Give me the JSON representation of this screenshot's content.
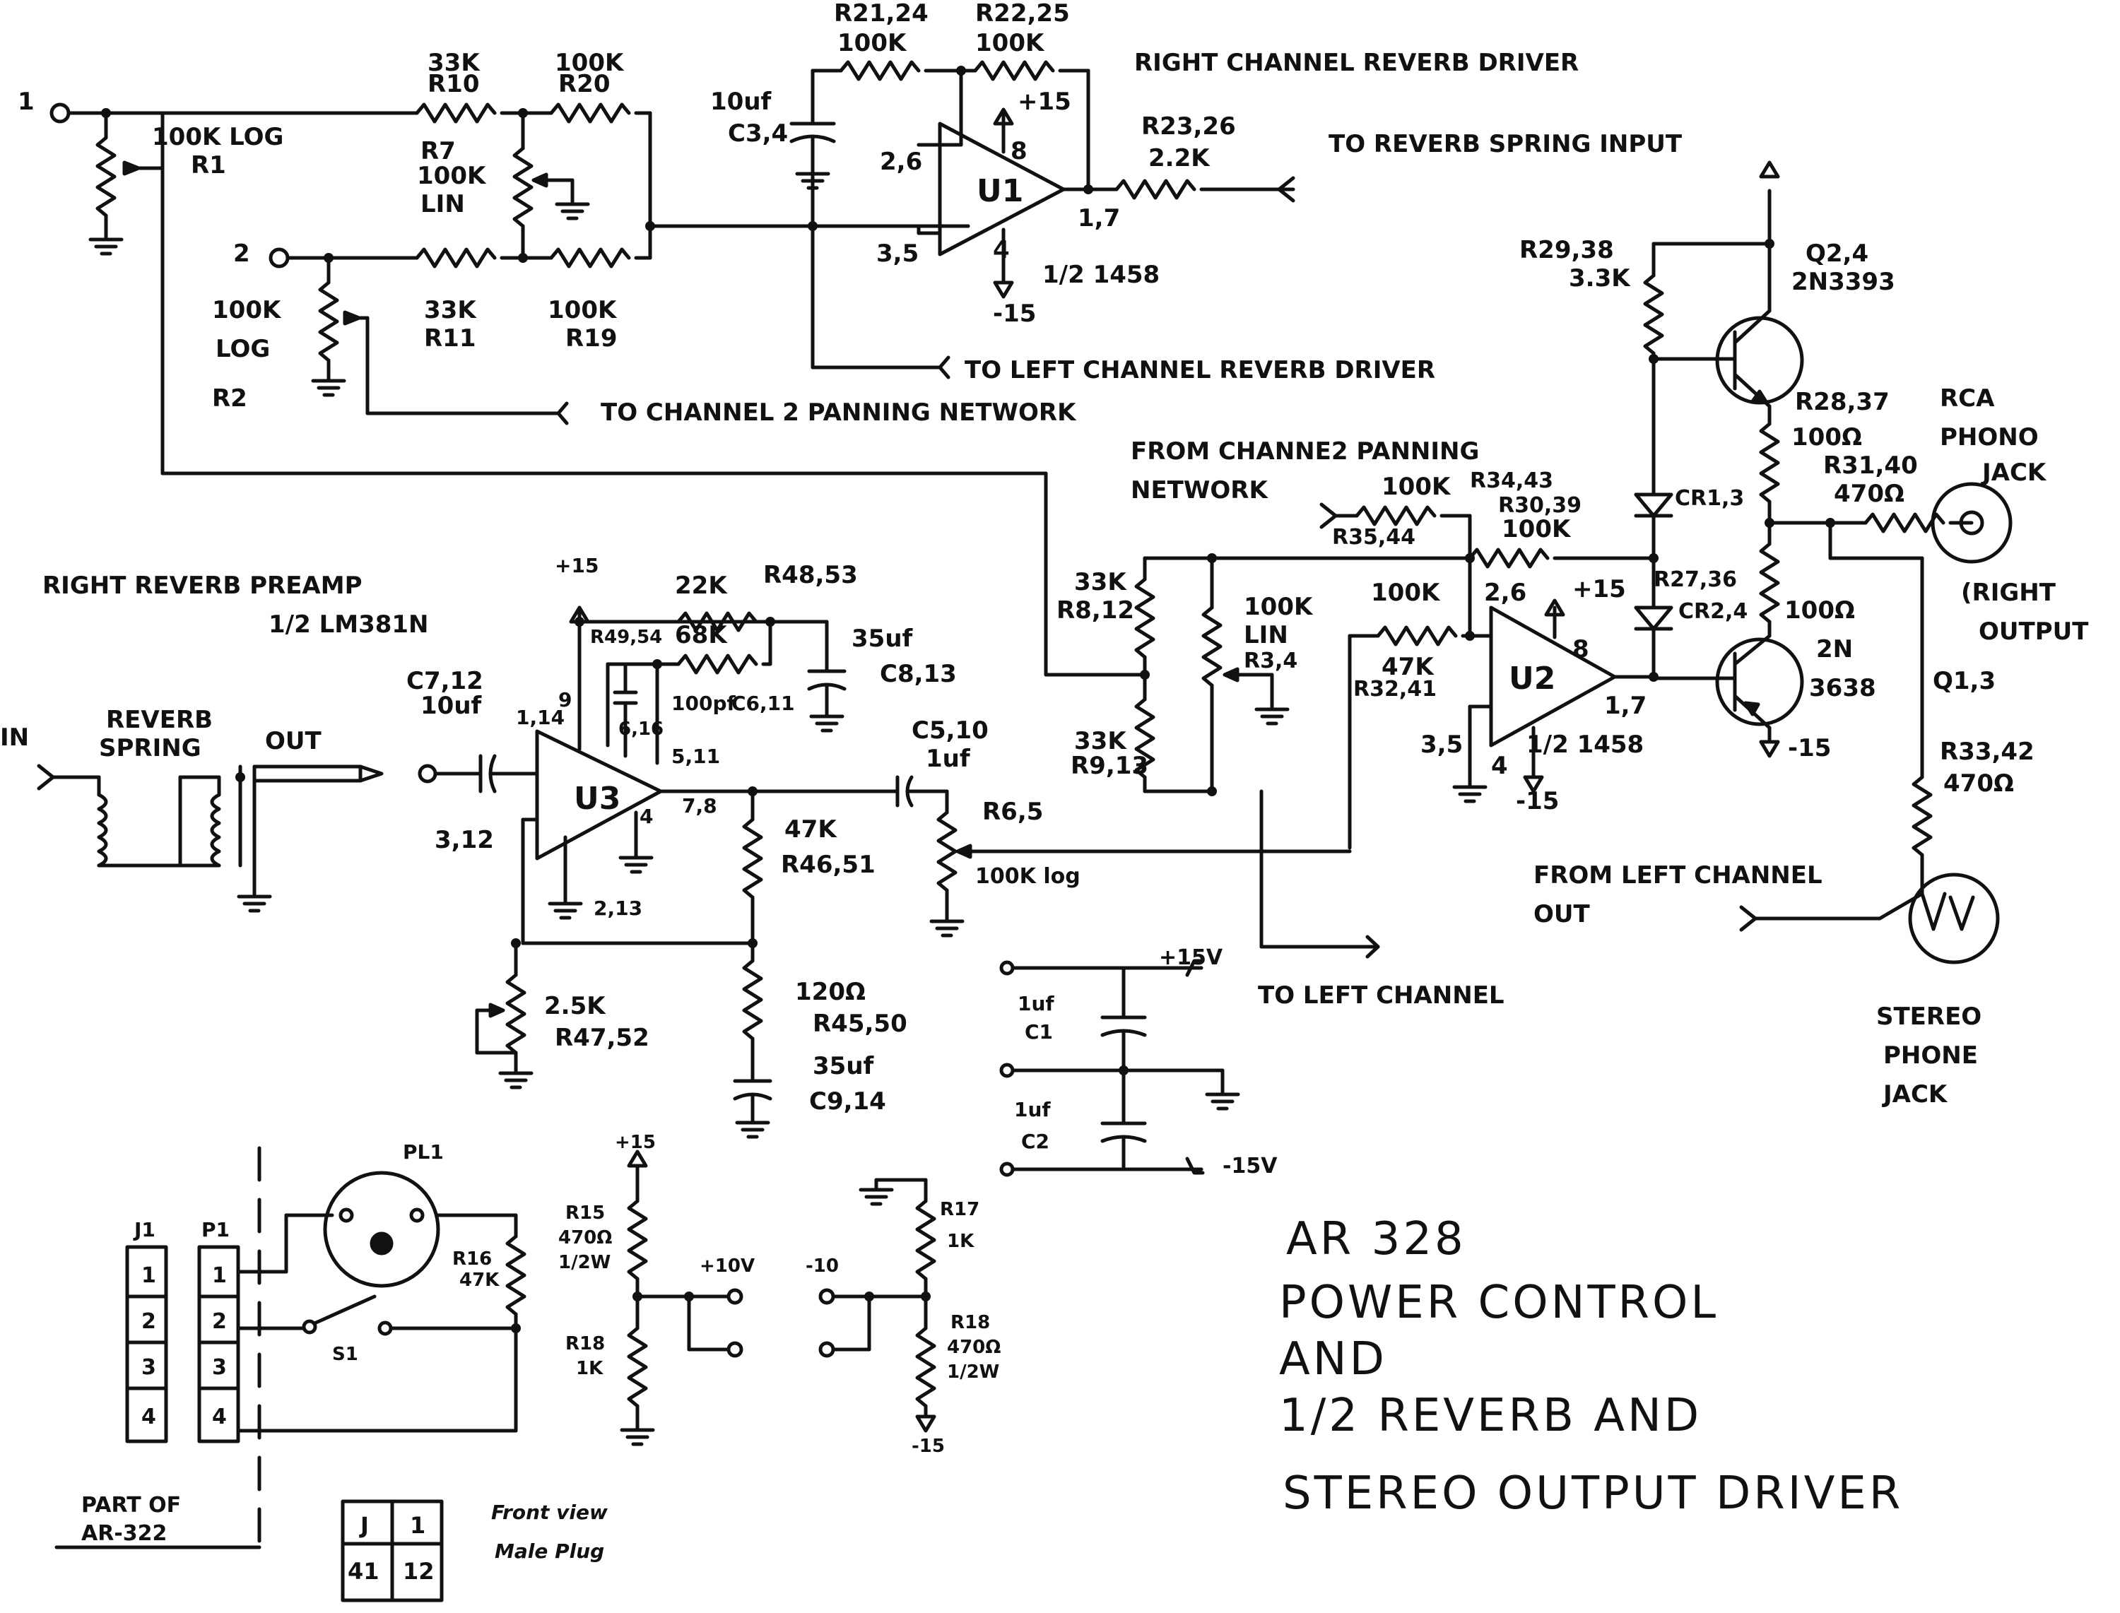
{
  "labels": {
    "in1": "1",
    "in2": "2",
    "r1_val": "100K LOG",
    "r1_ref": "R1",
    "r2_val1": "100K",
    "r2_val2": "LOG",
    "r2_ref": "R2",
    "r10_val": "33K",
    "r10_ref": "R10",
    "r20_val": "100K",
    "r20_ref": "R20",
    "r7_ref": "R7",
    "r7_val": "100K",
    "r7_lin": "LIN",
    "r11_val": "33K",
    "r11_ref": "R11",
    "r19_val": "100K",
    "r19_ref": "R19",
    "r21_ref": "R21,24",
    "r21_val": "100K",
    "r22_ref": "R22,25",
    "r22_val": "100K",
    "c34_val": "10uf",
    "c34_ref": "C3,4",
    "u1_pin26": "2,6",
    "u1_pin35": "3,5",
    "u1_ref": "U1",
    "u1_pin8": "8",
    "u1_pin4": "4",
    "u1_p15": "+15",
    "u1_m15": "-15",
    "u1_out": "1,7",
    "u1_type": "1/2 1458",
    "r23_ref": "R23,26",
    "r23_val": "2.2K",
    "rc_reverb_driver": "RIGHT CHANNEL REVERB DRIVER",
    "to_spring_input": "TO REVERB SPRING INPUT",
    "to_left_reverb": "TO LEFT CHANNEL REVERB DRIVER",
    "to_ch2_pan": "TO CHANNEL 2 PANNING NETWORK",
    "from_ch2_pan1": "FROM CHANNE2 PANNING",
    "from_ch2_pan2": "NETWORK",
    "preamp_title": "RIGHT REVERB PREAMP",
    "preamp_type": "1/2 LM381N",
    "in_label": "IN",
    "reverb_spring1": "REVERB",
    "reverb_spring2": "SPRING",
    "out_label": "OUT",
    "c7_ref": "C7,12",
    "c7_val": "10uf",
    "u3_pin312": "3,12",
    "u3_pin114": "1,14",
    "u3_pin9": "9",
    "u3_pin616": "6,16",
    "u3_pin511": "5,11",
    "u3_pin78": "7,8",
    "u3_pin4": "4",
    "u3_pin213": "2,13",
    "u3_ref": "U3",
    "u3_p15": "+15",
    "r48_val": "22K",
    "r48_ref": "R48,53",
    "r49_ref": "R49,54",
    "r49_val": "68K",
    "c6_val": "100pf",
    "c6_ref": "C6,11",
    "c8_val": "35uf",
    "c8_ref": "C8,13",
    "c5_ref": "C5,10",
    "c5_val": "1uf",
    "r46_val": "47K",
    "r46_ref": "R46,51",
    "r6_ref": "R6,5",
    "r6_val": "100K log",
    "r47_val": "2.5K",
    "r47_ref": "R47,52",
    "r45_val": "120Ω",
    "r45_ref": "R45,50",
    "c9_val": "35uf",
    "c9_ref": "C9,14",
    "r8_val": "33K",
    "r8_ref": "R8,12",
    "r9_val": "33K",
    "r9_ref": "R9,13",
    "r3_val": "100K",
    "r3_lin": "LIN",
    "r3_ref": "R3,4",
    "r35_val": "100K",
    "r35_ref": "R35,44",
    "r34_ref": "R34,43",
    "r30_ref": "R30,39",
    "r30_val": "100K",
    "r32_val": "47K",
    "r32_ref": "R32,41",
    "r_100k_b": "100K",
    "u2_ref": "U2",
    "u2_pin26": "2,6",
    "u2_pin35": "3,5",
    "u2_pin8": "8",
    "u2_pin4": "4",
    "u2_p15": "+15",
    "u2_m15": "-15",
    "u2_out": "1,7",
    "u2_type": "1/2 1458",
    "to_left_channel": "TO LEFT CHANNEL",
    "r29_ref": "R29,38",
    "r29_val": "3.3K",
    "q2_ref": "Q2,4",
    "q2_type": "2N3393",
    "r28_ref": "R28,37",
    "r28_val": "100Ω",
    "cr13": "CR1,3",
    "r27_ref": "R27,36",
    "cr24": "CR2,4",
    "r27_val": "100Ω",
    "q1_type1": "2N",
    "q1_type2": "3638",
    "q1_m15": "-15",
    "r31_ref": "R31,40",
    "r31_val": "470Ω",
    "rca1": "RCA",
    "rca2": "PHONO",
    "rca3": "JACK",
    "right_out1": "(RIGHT",
    "right_out2": "OUTPUT",
    "q1_ref": "Q1,3",
    "r33_ref": "R33,42",
    "r33_val": "470Ω",
    "from_left_out1": "FROM LEFT CHANNEL",
    "from_left_out2": "OUT",
    "stereo1": "STEREO",
    "stereo2": "PHONE",
    "stereo3": "JACK",
    "p15v": "+15V",
    "m15v": "-15V",
    "c1_val": "1uf",
    "c1_ref": "C1",
    "c2_val": "1uf",
    "c2_ref": "C2",
    "pl1": "PL1",
    "j1": "J1",
    "p1": "P1",
    "pin1": "1",
    "pin2": "2",
    "pin3": "3",
    "pin4": "4",
    "s1": "S1",
    "r16_ref": "R16",
    "r16_val": "47K",
    "part_of1": "PART OF",
    "part_of2": "AR-322",
    "plug_j": "J",
    "plug_1": "1",
    "plug_41": "41",
    "plug_12": "12",
    "front_view1": "Front view",
    "front_view2": "Male Plug",
    "ps_p15": "+15",
    "r15_ref": "R15",
    "r15_val": "470Ω",
    "r15_w": "1/2W",
    "r18_ref": "R18",
    "r18_val": "1K",
    "p10v": "+10V",
    "m10": "-10",
    "r17_ref": "R17",
    "r17_val": "1K",
    "r18b_ref": "R18",
    "r18b_val": "470Ω",
    "r18b_w": "1/2W",
    "ps_m15": "-15"
  },
  "title": {
    "line1": "AR 328",
    "line2": "POWER CONTROL",
    "line3": "AND",
    "line4": "1/2 REVERB AND",
    "line5": "STEREO OUTPUT DRIVER"
  }
}
